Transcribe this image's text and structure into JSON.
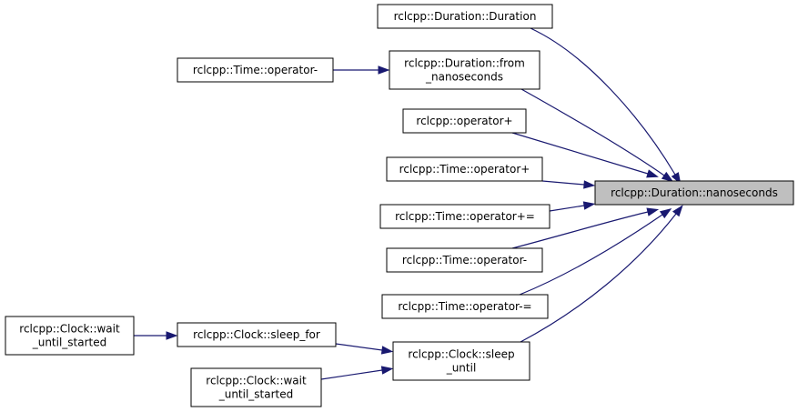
{
  "colors": {
    "edge": "#191970",
    "node_fill": "#ffffff",
    "target_fill": "#bfbfbf",
    "border": "#000000"
  },
  "nodes": [
    {
      "id": "target",
      "lines": [
        "rclcpp::Duration::nanoseconds"
      ],
      "highlight": true
    },
    {
      "id": "dur_ctor",
      "lines": [
        "rclcpp::Duration::Duration"
      ]
    },
    {
      "id": "dur_from",
      "lines": [
        "rclcpp::Duration::from",
        "_nanoseconds"
      ]
    },
    {
      "id": "time_op_minus_a",
      "lines": [
        "rclcpp::Time::operator-"
      ]
    },
    {
      "id": "op_plus",
      "lines": [
        "rclcpp::operator+"
      ]
    },
    {
      "id": "time_op_plus",
      "lines": [
        "rclcpp::Time::operator+"
      ]
    },
    {
      "id": "time_op_plus_eq",
      "lines": [
        "rclcpp::Time::operator+="
      ]
    },
    {
      "id": "time_op_minus_b",
      "lines": [
        "rclcpp::Time::operator-"
      ]
    },
    {
      "id": "time_op_minus_eq",
      "lines": [
        "rclcpp::Time::operator-="
      ]
    },
    {
      "id": "clock_sleep_until",
      "lines": [
        "rclcpp::Clock::sleep",
        "_until"
      ]
    },
    {
      "id": "clock_sleep_for",
      "lines": [
        "rclcpp::Clock::sleep_for"
      ]
    },
    {
      "id": "clock_wait_a",
      "lines": [
        "rclcpp::Clock::wait",
        "_until_started"
      ]
    },
    {
      "id": "clock_wait_b",
      "lines": [
        "rclcpp::Clock::wait",
        "_until_started"
      ]
    }
  ],
  "edges": [
    {
      "from": "dur_ctor",
      "to": "target"
    },
    {
      "from": "dur_from",
      "to": "target"
    },
    {
      "from": "time_op_minus_a",
      "to": "dur_from"
    },
    {
      "from": "op_plus",
      "to": "target"
    },
    {
      "from": "time_op_plus",
      "to": "target"
    },
    {
      "from": "time_op_plus_eq",
      "to": "target"
    },
    {
      "from": "time_op_minus_b",
      "to": "target"
    },
    {
      "from": "time_op_minus_eq",
      "to": "target"
    },
    {
      "from": "clock_sleep_until",
      "to": "target"
    },
    {
      "from": "clock_sleep_for",
      "to": "clock_sleep_until"
    },
    {
      "from": "clock_wait_a",
      "to": "clock_sleep_for"
    },
    {
      "from": "clock_wait_b",
      "to": "clock_sleep_until"
    }
  ]
}
